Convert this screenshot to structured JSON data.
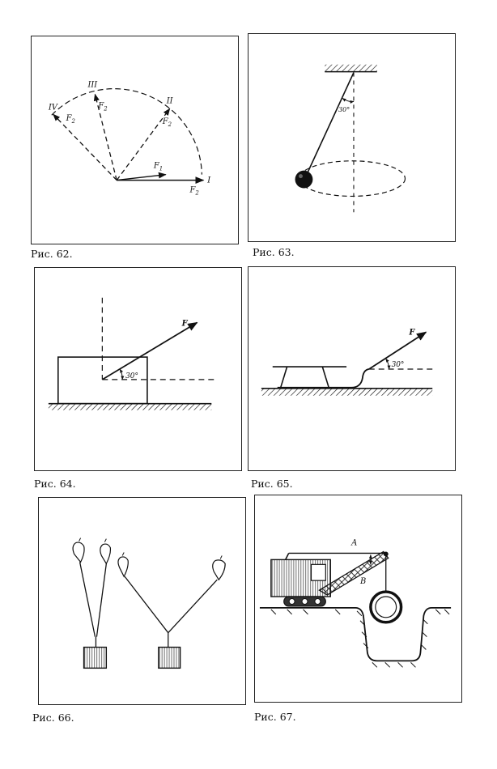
{
  "figures": [
    {
      "id": "62",
      "caption": "Рис. 62.",
      "labels": {
        "pos1": "I",
        "pos2": "II",
        "pos3": "III",
        "pos4": "IV",
        "f1": "F",
        "f1_sub": "1",
        "f2": "F",
        "f2_sub": "2"
      }
    },
    {
      "id": "63",
      "caption": "Рис. 63.",
      "labels": {
        "angle": "30°"
      }
    },
    {
      "id": "64",
      "caption": "Рис. 64.",
      "labels": {
        "force": "F",
        "angle": "30°"
      }
    },
    {
      "id": "65",
      "caption": "Рис. 65.",
      "labels": {
        "force": "F",
        "angle": "30°"
      }
    },
    {
      "id": "66",
      "caption": "Рис. 66.",
      "labels": {}
    },
    {
      "id": "67",
      "caption": "Рис. 67.",
      "labels": {
        "a": "A",
        "b": "B"
      }
    }
  ],
  "colors": {
    "ink": "#111111",
    "paper": "#ffffff"
  }
}
